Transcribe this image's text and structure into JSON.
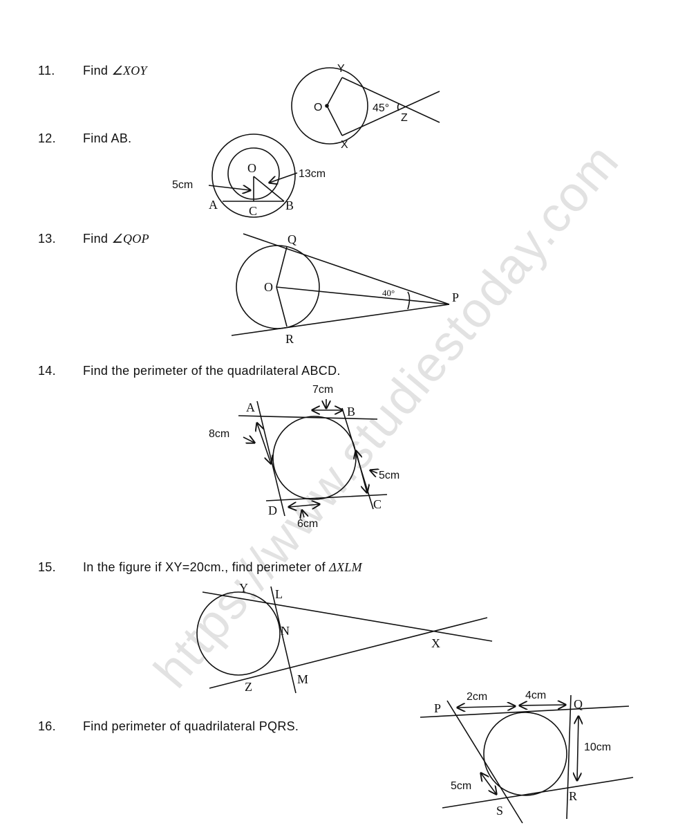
{
  "questions": [
    {
      "number": "11.",
      "text": "Find ",
      "math": "∠XOY"
    },
    {
      "number": "12.",
      "text": "Find AB."
    },
    {
      "number": "13.",
      "text": "Find ",
      "math": "∠QOP"
    },
    {
      "number": "14.",
      "text": "Find the perimeter of the quadrilateral ABCD."
    },
    {
      "number": "15.",
      "text": "In the figure if XY=20cm., find perimeter of ",
      "math": "ΔXLM"
    },
    {
      "number": "16.",
      "text": "Find perimeter of quadrilateral PQRS."
    }
  ],
  "figures": {
    "f11": {
      "Y": "Y",
      "X": "X",
      "Z": "Z",
      "O": "O",
      "angle": "45°"
    },
    "f12": {
      "O": "O",
      "A": "A",
      "B": "B",
      "C": "C",
      "inner": "5cm",
      "outer": "13cm"
    },
    "f13": {
      "Q": "Q",
      "R": "R",
      "O": "O",
      "P": "P",
      "angle": "40°"
    },
    "f14": {
      "A": "A",
      "B": "B",
      "C": "C",
      "D": "D",
      "AB": "7cm",
      "AD": "8cm",
      "BC": "5cm",
      "DC": "6cm"
    },
    "f15": {
      "Y": "Y",
      "L": "L",
      "N": "N",
      "X": "X",
      "M": "M",
      "Z": "Z"
    },
    "f16": {
      "P": "P",
      "Q": "Q",
      "R": "R",
      "S": "S",
      "PQ1": "2cm",
      "PQ2": "4cm",
      "QR": "10cm",
      "PS": "5cm"
    }
  },
  "watermark": "https://www.studiestoday.com"
}
